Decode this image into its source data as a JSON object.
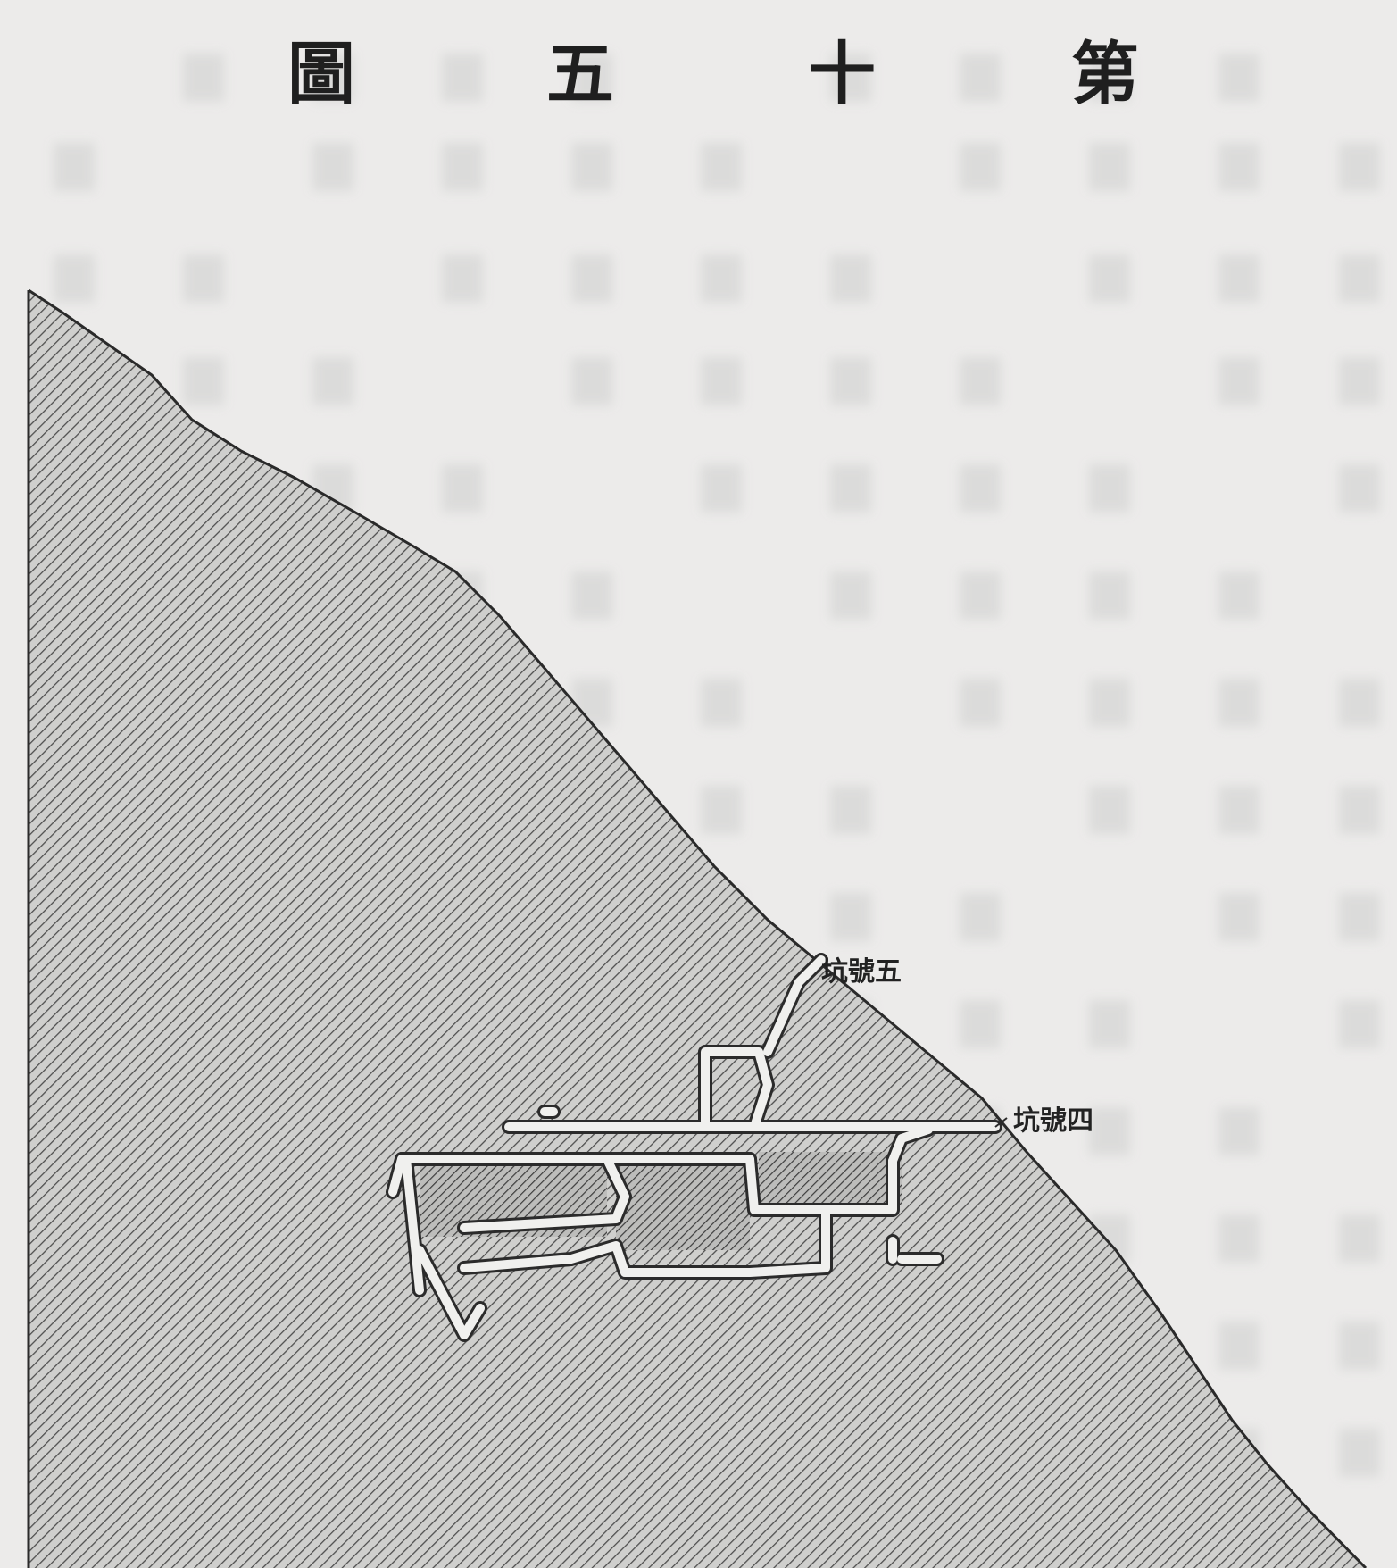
{
  "figure": {
    "title_chars": [
      "第",
      "十",
      "五",
      "圖"
    ],
    "labels": {
      "shaft_five": "坑號五",
      "shaft_four": "坑號四"
    }
  },
  "colors": {
    "paper": "#ecebea",
    "ink": "#222222",
    "hatch": "#5c5c5c",
    "hatch_bg": "#c9c9c7",
    "tunnel": "#e8e8e6"
  }
}
